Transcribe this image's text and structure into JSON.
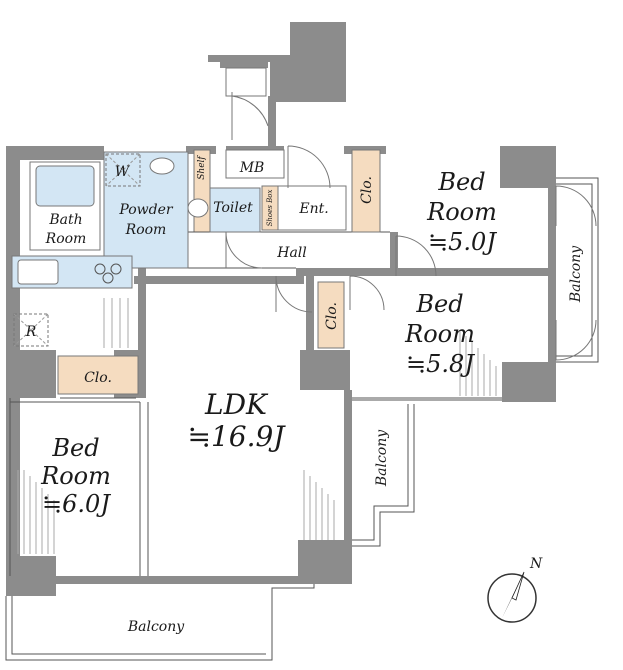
{
  "rooms": {
    "ldk": {
      "name": "LDK",
      "size": "≒16.9J"
    },
    "bed_ne": {
      "line1": "Bed",
      "line2": "Room",
      "size": "≒5.0J"
    },
    "bed_e": {
      "line1": "Bed",
      "line2": "Room",
      "size": "≒5.8J"
    },
    "bed_w": {
      "line1": "Bed",
      "line2": "Room",
      "size": "≒6.0J"
    },
    "bath": {
      "line1": "Bath",
      "line2": "Room"
    },
    "powder": {
      "line1": "Powder",
      "line2": "Room"
    },
    "toilet": "Toilet",
    "hall": "Hall",
    "entrance": "Ent.",
    "mb": "MB",
    "shelf": "Shelf",
    "shoe_box": "Shoes Box",
    "washer": "W",
    "refrigerator": "R"
  },
  "closets": {
    "ne": "Clo.",
    "e": "Clo.",
    "w": "Clo."
  },
  "balconies": {
    "south": "Balcony",
    "middle": "Balcony",
    "east": "Balcony"
  },
  "compass": {
    "label": "N"
  },
  "colors": {
    "wall": "#8c8c8c",
    "closet": "#f5dcc0",
    "wet_area": "#d3e6f4"
  }
}
